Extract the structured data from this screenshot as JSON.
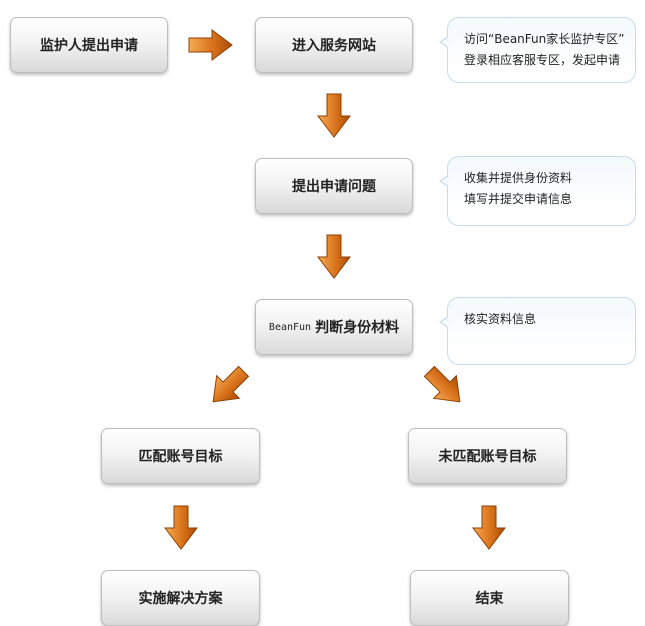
{
  "nodes": {
    "guardian_apply": "监护人提出申请",
    "enter_site": "进入服务网站",
    "submit_questions": "提出申请问题",
    "judge_prefix": "BeanFun",
    "judge_text": "判断身份材料",
    "match_target": "匹配账号目标",
    "no_match_target": "未匹配账号目标",
    "solution": "实施解决方案",
    "end": "结束"
  },
  "notes": {
    "enter_site": [
      "访问“BeanFun家长监护专区”",
      "登录相应客服专区，发起申请"
    ],
    "submit_questions": [
      "收集并提供身份资料",
      "填写并提交申请信息"
    ],
    "judge": [
      "核实资料信息"
    ]
  },
  "colors": {
    "arrow_light": "#f2a14a",
    "arrow_dark": "#a84c05",
    "bubble_border": "#c6dced"
  }
}
